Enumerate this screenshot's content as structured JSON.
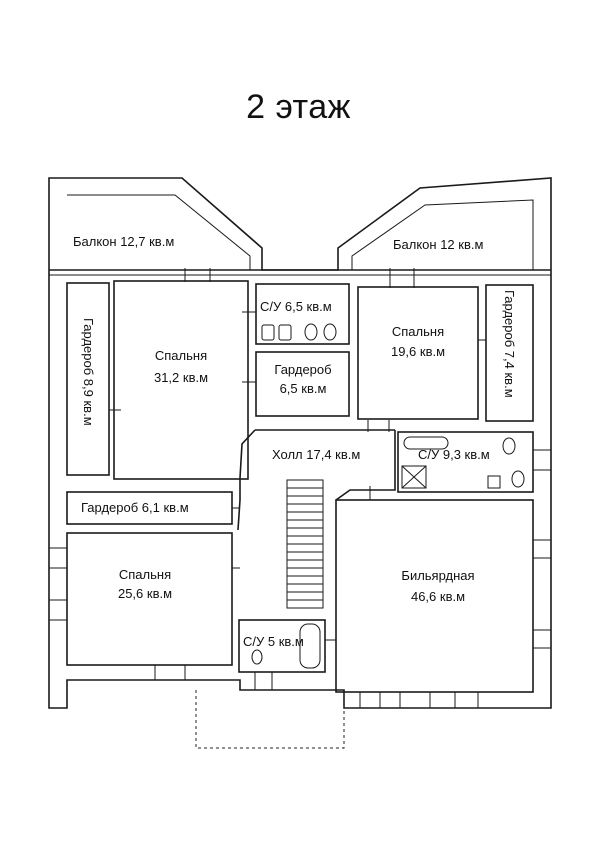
{
  "title": "2 этаж",
  "rooms": {
    "balcony_left": "Балкон 12,7 кв.м",
    "balcony_right": "Балкон 12 кв.м",
    "wardrobe_left_vertical": "Гардероб 8,9 кв.м",
    "bedroom_1_name": "Спальня",
    "bedroom_1_area": "31,2 кв.м",
    "bathroom_top": "С/У 6,5 кв.м",
    "wardrobe_center_name": "Гардероб",
    "wardrobe_center_area": "6,5 кв.м",
    "bedroom_2_name": "Спальня",
    "bedroom_2_area": "19,6 кв.м",
    "wardrobe_right_vertical": "Гардероб 7,4 кв.м",
    "hall": "Холл 17,4 кв.м",
    "bathroom_right": "С/У 9,3 кв.м",
    "wardrobe_bottom": "Гардероб 6,1 кв.м",
    "bedroom_3_name": "Спальня",
    "bedroom_3_area": "25,6 кв.м",
    "billiard_name": "Бильярдная",
    "billiard_area": "46,6 кв.м",
    "bathroom_small": "С/У  5 кв.м"
  }
}
